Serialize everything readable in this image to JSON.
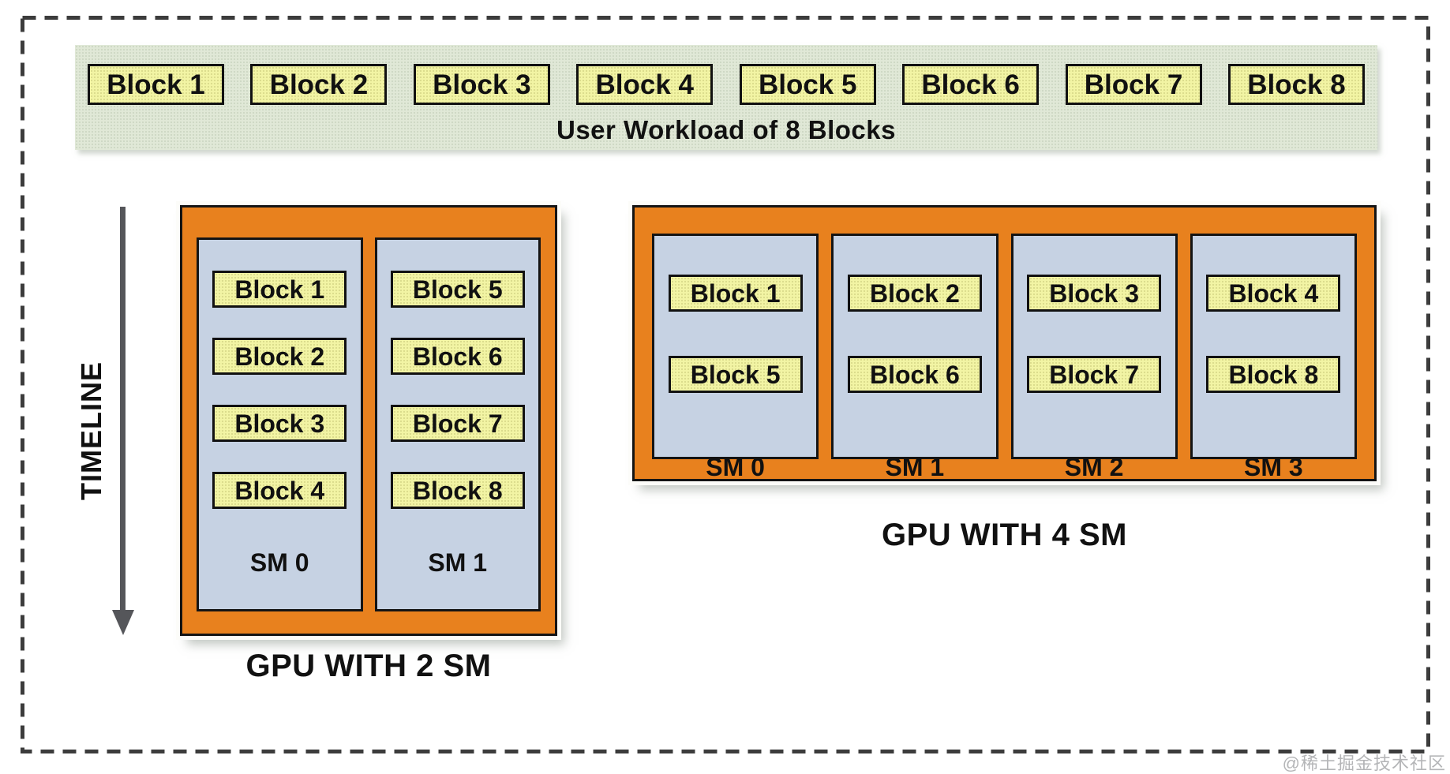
{
  "workload": {
    "label": "User Workload of 8 Blocks",
    "blocks": [
      "Block 1",
      "Block 2",
      "Block 3",
      "Block 4",
      "Block 5",
      "Block 6",
      "Block 7",
      "Block 8"
    ]
  },
  "timeline": {
    "label": "TIMELINE"
  },
  "gpus": [
    {
      "caption": "GPU WITH 2 SM",
      "sms": [
        {
          "label": "SM 0",
          "blocks": [
            "Block 1",
            "Block 2",
            "Block 3",
            "Block 4"
          ]
        },
        {
          "label": "SM 1",
          "blocks": [
            "Block 5",
            "Block 6",
            "Block 7",
            "Block 8"
          ]
        }
      ]
    },
    {
      "caption": "GPU WITH 4 SM",
      "sms": [
        {
          "label": "SM 0",
          "blocks": [
            "Block 1",
            "Block 5"
          ]
        },
        {
          "label": "SM 1",
          "blocks": [
            "Block 2",
            "Block 6"
          ]
        },
        {
          "label": "SM 2",
          "blocks": [
            "Block 3",
            "Block 7"
          ]
        },
        {
          "label": "SM 3",
          "blocks": [
            "Block 4",
            "Block 8"
          ]
        }
      ]
    }
  ],
  "watermark": "@稀土掘金技术社区",
  "colors": {
    "orange": "#E8811E",
    "sm-blue": "#C6D2E3",
    "block-yellow": "#F2F4A4",
    "banner-green": "#E0E8D7",
    "dash": "#3C3C3C",
    "arrow": "#55565A",
    "ink": "#111111"
  }
}
